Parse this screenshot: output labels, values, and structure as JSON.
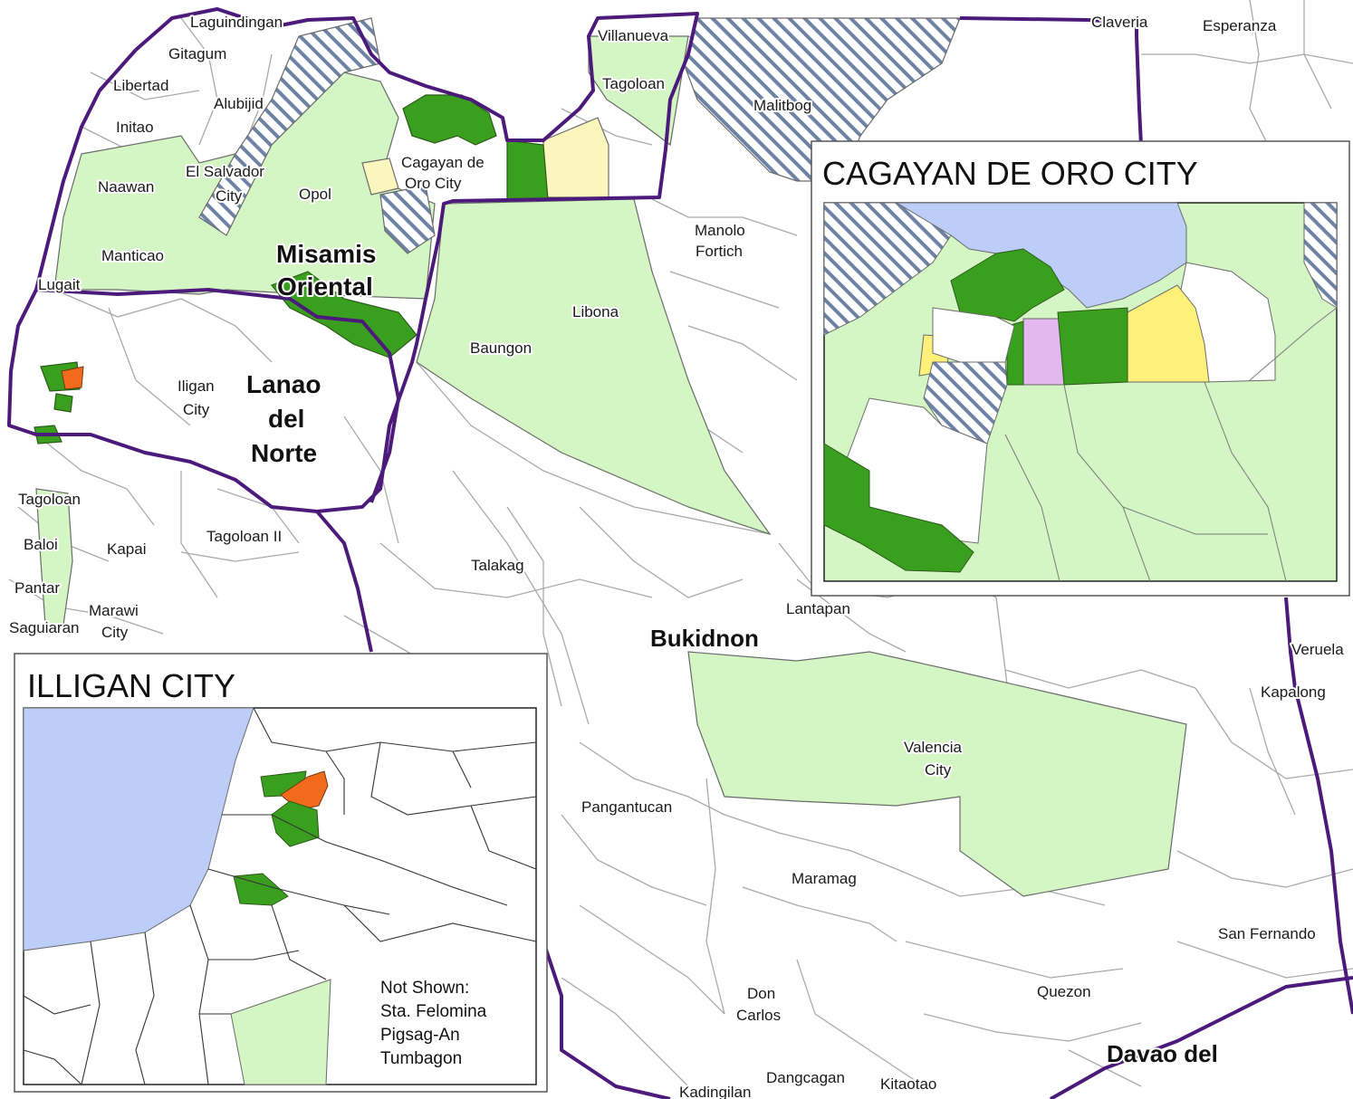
{
  "map_labels": {
    "laguindingan": "Laguindingan",
    "gitagum": "Gitagum",
    "libertad": "Libertad",
    "alubijid": "Alubijid",
    "initao": "Initao",
    "el_salvador_1": "El Salvador",
    "el_salvador_2": "City",
    "naawan": "Naawan",
    "opol": "Opol",
    "manticao": "Manticao",
    "lugait": "Lugait",
    "villanueva": "Villanueva",
    "tagoloan_mo": "Tagoloan",
    "malitbog": "Malitbog",
    "claveria": "Claveria",
    "esperanza": "Esperanza",
    "cdo_1": "Cagayan de",
    "cdo_2": "Oro City",
    "manolo_1": "Manolo",
    "manolo_2": "Fortich",
    "libona": "Libona",
    "baungon": "Baungon",
    "iligan_1": "Iligan",
    "iligan_2": "City",
    "tagoloan_ldn": "Tagoloan",
    "baloi": "Baloi",
    "kapai": "Kapai",
    "tagoloan_ii": "Tagoloan II",
    "pantar": "Pantar",
    "marawi_1": "Marawi",
    "marawi_2": "City",
    "saguiaran": "Saguiaran",
    "talakag": "Talakag",
    "lantapan": "Lantapan",
    "valencia_1": "Valencia",
    "valencia_2": "City",
    "pangantucan": "Pangantucan",
    "maramag": "Maramag",
    "don_carlos_1": "Don",
    "don_carlos_2": "Carlos",
    "quezon": "Quezon",
    "san_fernando": "San Fernando",
    "kapalong": "Kapalong",
    "veruela": "Veruela",
    "dangcagan": "Dangcagan",
    "kitaotao": "Kitaotao",
    "kadingilan": "Kadingilan"
  },
  "province_labels": {
    "misamis_1": "Misamis",
    "misamis_2": "Oriental",
    "lanao_1": "Lanao",
    "lanao_2": "del",
    "lanao_3": "Norte",
    "bukidnon": "Bukidnon",
    "davao": "Davao del"
  },
  "insets": {
    "cdo_title": "CAGAYAN DE ORO CITY",
    "iligan_title": "ILLIGAN CITY",
    "not_shown": [
      "Not Shown:",
      "Sta. Felomina",
      "Pigsag-An",
      "Tumbagon"
    ]
  },
  "colors": {
    "light_green": "#d4f5c4",
    "dark_green": "#3a9f1e",
    "pale_yellow": "#fbf6be",
    "yellow": "#fff07a",
    "orange": "#f26b1d",
    "lilac": "#e3b8ef",
    "water": "#bccdf7",
    "province_border": "#4b1a7a",
    "hatch": "#6e82a3"
  }
}
